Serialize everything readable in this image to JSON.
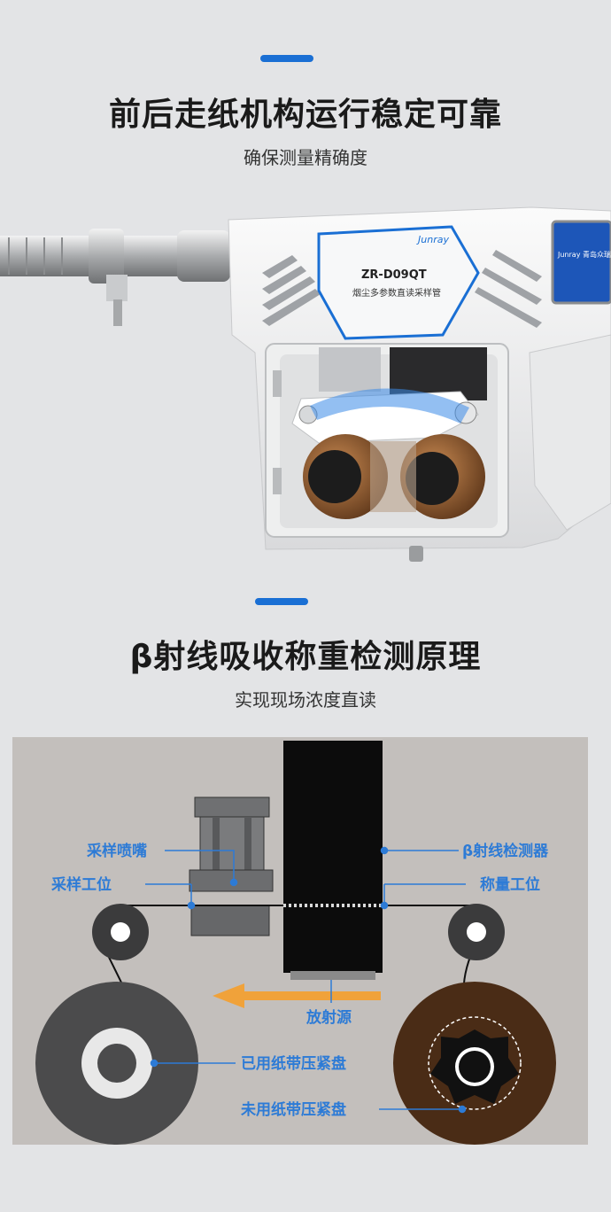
{
  "colors": {
    "accent": "#1a6fd4",
    "label_blue": "#2d7bd6",
    "arrow_orange": "#f0a23a",
    "background": "#e3e4e6",
    "diagram_bg": "#c3bfbc"
  },
  "section1": {
    "title": "前后走纸机构运行稳定可靠",
    "subtitle": "确保测量精确度"
  },
  "device": {
    "brand": "Junray",
    "model": "ZR-D09QT",
    "product_name": "烟尘多参数直读采样管",
    "screen_brand": "Junray 青岛众瑞"
  },
  "section2": {
    "title": "β射线吸收称重检测原理",
    "subtitle": "实现现场浓度直读"
  },
  "diagram": {
    "labels": {
      "nozzle": "采样喷嘴",
      "sampling_station": "采样工位",
      "beta_detector": "β射线检测器",
      "weighing_station": "称量工位",
      "radiation_source": "放射源",
      "used_tape_disc": "已用纸带压紧盘",
      "unused_tape_disc": "未用纸带压紧盘"
    }
  }
}
